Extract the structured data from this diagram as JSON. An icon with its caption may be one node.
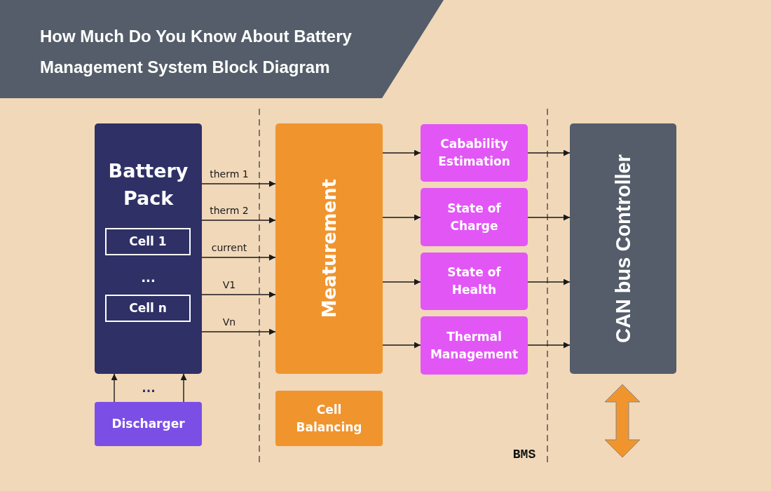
{
  "diagram": {
    "title": "How Much Do You Know About Battery Management System Block Diagram",
    "nodes": [
      {
        "text": [
          "Battery Pack",
          "..."
        ]
      },
      {
        "text": [
          "Cell 1"
        ],
        "in": 0
      },
      {
        "text": [
          "Cell n"
        ],
        "in": 0
      },
      {
        "text": [
          "Discharger"
        ]
      },
      {
        "text": [
          "Meaturement"
        ]
      },
      {
        "text": [
          "Cell Balancing"
        ]
      },
      {
        "text": [
          "Cabability Estimation"
        ]
      },
      {
        "text": [
          "State of Charge"
        ]
      },
      {
        "text": [
          "State of Health"
        ]
      },
      {
        "text": [
          "Thermal Management"
        ]
      },
      {
        "text": [
          "CAN bus Controller"
        ]
      }
    ],
    "edges": [
      {
        "from": 3,
        "to": 0,
        "arrow": "to"
      },
      {
        "from": 3,
        "to": 0,
        "arrow": "to"
      },
      {
        "from": 0,
        "to": 4,
        "arrow": "to",
        "label": "therm 1"
      },
      {
        "from": 0,
        "to": 4,
        "arrow": "to",
        "label": "therm 2"
      },
      {
        "from": 0,
        "to": 4,
        "arrow": "to",
        "label": "current"
      },
      {
        "from": 0,
        "to": 4,
        "arrow": "to",
        "label": "V1"
      },
      {
        "from": 0,
        "to": 4,
        "arrow": "to",
        "label": "Vn"
      },
      {
        "from": 4,
        "to": 6,
        "arrow": "to"
      },
      {
        "from": 4,
        "to": 7,
        "arrow": "to"
      },
      {
        "from": 4,
        "to": 8,
        "arrow": "to"
      },
      {
        "from": 4,
        "to": 9,
        "arrow": "to"
      },
      {
        "from": 6,
        "to": 10,
        "arrow": "to"
      },
      {
        "from": 7,
        "to": 10,
        "arrow": "to"
      },
      {
        "from": 8,
        "to": 10,
        "arrow": "to"
      },
      {
        "from": 9,
        "to": 10,
        "arrow": "to"
      }
    ],
    "labels": [
      "...",
      "BMS"
    ]
  }
}
